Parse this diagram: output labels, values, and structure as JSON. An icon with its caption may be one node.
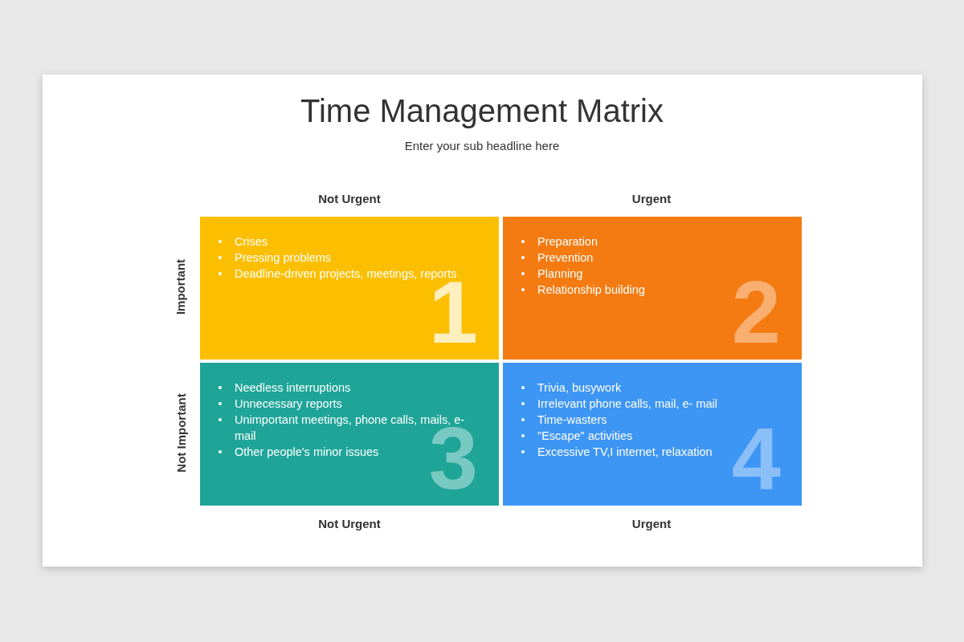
{
  "diagram": {
    "title": "Time Management Matrix",
    "nodes": [
      {
        "text": [
          "Crises",
          "Pressing problems",
          "Deadline-driven projects, meetings, reports",
          "1"
        ]
      },
      {
        "text": [
          "Preparation",
          "Prevention",
          "Planning",
          "Relationship building",
          "2"
        ]
      },
      {
        "text": [
          "Needless interruptions",
          "Unnecessary reports",
          "Unimportant meetings, phone calls, mails, e-mail",
          "Other people's minor issues",
          "3"
        ]
      },
      {
        "text": [
          "Trivia, busywork",
          "Irrelevant phone calls, mail, e- mail",
          "Time-wasters",
          "\"Escape\" activities",
          "Excessive TV,I internet, relaxation",
          "4"
        ]
      }
    ],
    "labels": [
      "Enter your sub headline here",
      "Not Urgent",
      "Urgent",
      "Important",
      "Not Important",
      "Not Urgent",
      "Urgent"
    ]
  }
}
